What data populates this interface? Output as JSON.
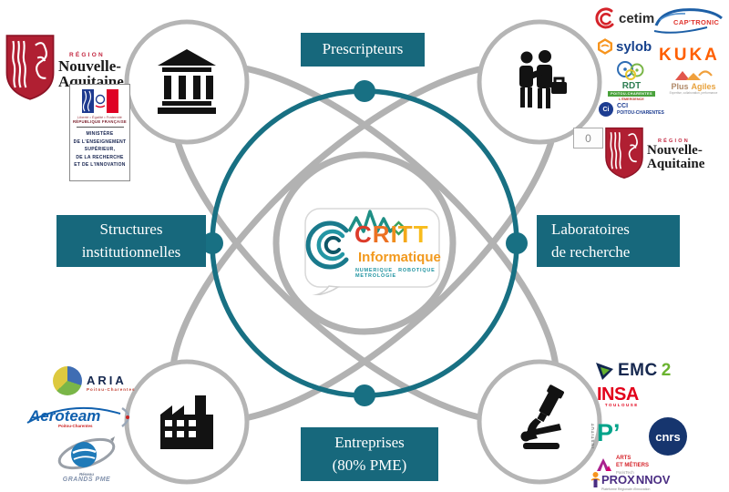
{
  "diagram": {
    "label_prescripteurs": "Prescripteurs",
    "label_structures_1": "Structures",
    "label_structures_2": "institutionnelles",
    "label_laboratoires_1": "Laboratoires",
    "label_laboratoires_2": "de recherche",
    "label_entreprises_1": "Entreprises",
    "label_entreprises_2": "(80% PME)",
    "accent_teal": "#17687c",
    "ring_gray": "#b2b2b2"
  },
  "center": {
    "c": "C",
    "r": "R",
    "i": "I",
    "t1": "T",
    "t2": "T",
    "subtitle": "Informatique",
    "tagline": "NUMERIQUE ROBOTIQUE METROLOGIE"
  },
  "placeholder_value": "0",
  "logos": {
    "na_top": {
      "region": "RÉGION",
      "l1": "Nouvelle-",
      "l2": "Aquitaine"
    },
    "ministere": {
      "motto": "Liberté • Égalité • Fraternité",
      "republique": "RÉPUBLIQUE FRANÇAISE",
      "l1": "MINISTÈRE",
      "l2": "DE L'ENSEIGNEMENT",
      "l3": "SUPÉRIEUR,",
      "l4": "DE LA RECHERCHE",
      "l5": "ET DE L'INNOVATION"
    },
    "cetim": {
      "name": "cetim"
    },
    "captronic": {
      "name": "CAP'TRONIC"
    },
    "sylob": {
      "name": "sylob"
    },
    "kuka": {
      "name": "KUKA"
    },
    "rdt": {
      "name": "RDT",
      "band": "POITOU-CHARENTES",
      "tagline": "L'ÉMERGENCE"
    },
    "plus_agiles": {
      "n1": "Plus",
      "n2": "Agiles",
      "tagline": "Expertise, collaboration, performance"
    },
    "cci": {
      "monogram": "Ci",
      "l1": "CCI",
      "l2": "POITOU-CHARENTES"
    },
    "na_right": {
      "region": "RÉGION",
      "l1": "Nouvelle-",
      "l2": "Aquitaine"
    },
    "aria": {
      "name": "ARIA",
      "sub": "Poitou-Charentes"
    },
    "aeroteam": {
      "name": "Aeroteam",
      "sub": "Poitou-Charentes"
    },
    "reseau_pme": {
      "l1": "Réseau",
      "l2": "GRANDS PME"
    },
    "emc2": {
      "name": "EMC",
      "sup": "2"
    },
    "insa": {
      "name": "INSA",
      "sub": "TOULOUSE"
    },
    "institut_p": {
      "vertical": "INSTITUT",
      "name": "P’"
    },
    "cnrs": {
      "name": "cnrs"
    },
    "arts_metiers": {
      "l1": "ARTS",
      "l2": "ET MÉTIERS",
      "sub": "ParisTech"
    },
    "proxinnov": {
      "p1": "PROX",
      "p2": "NNOV",
      "tagline": "Plateforme Régionale d'Innovation"
    }
  }
}
